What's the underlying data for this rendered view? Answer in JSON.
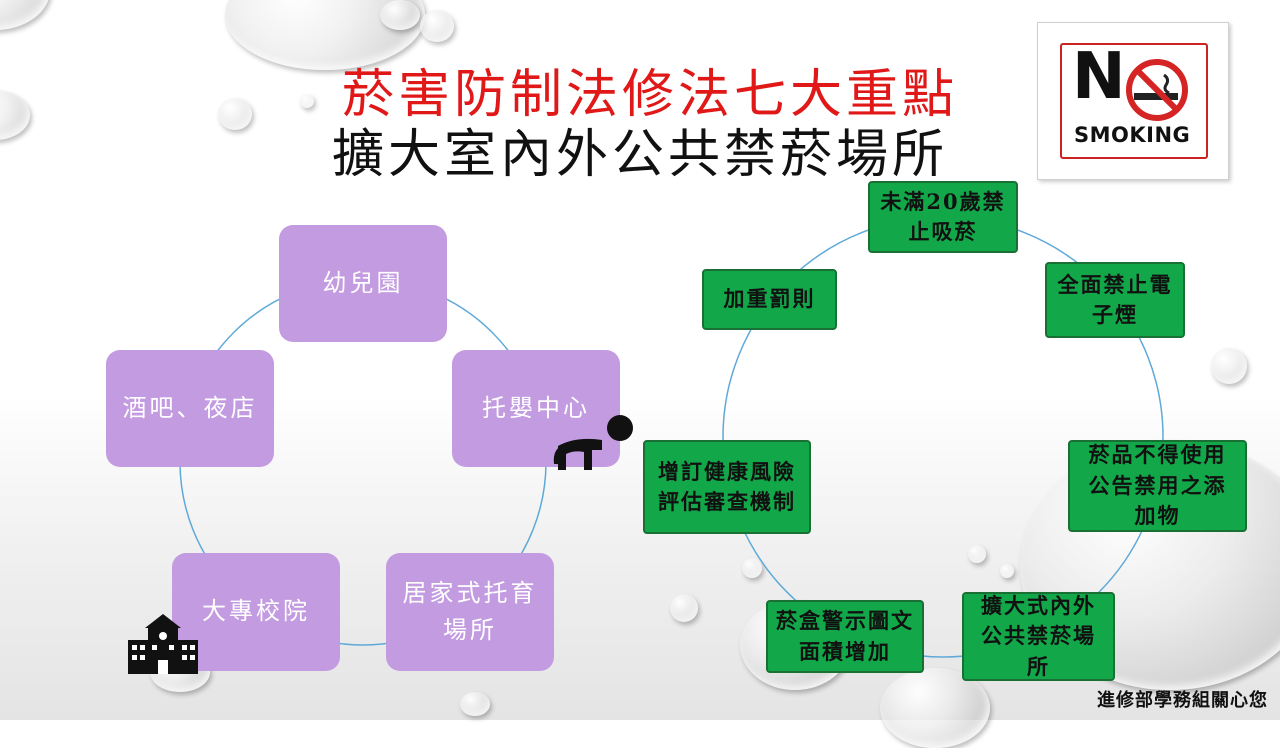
{
  "title": "菸害防制法修法七大重點",
  "subtitle": "擴大室內外公共禁菸場所",
  "sign": {
    "letter": "N",
    "word": "SMOKING",
    "icon": "no-smoking-icon"
  },
  "purple_cycle": [
    "幼兒園",
    "托嬰中心",
    "居家式托育場所",
    "大專校院",
    "酒吧、夜店"
  ],
  "green_cycle": [
    "未滿20歲禁止吸菸",
    "全面禁止電子煙",
    "菸品不得使用公告禁用之添加物",
    "擴大式內外公共禁菸場所",
    "菸盒警示圖文面積增加",
    "增訂健康風險評估審查機制",
    "加重罰則"
  ],
  "icons": {
    "baby": "crawling-baby-icon",
    "school": "school-building-icon"
  },
  "footer": "進修部學務組關心您",
  "colors": {
    "title": "#e01818",
    "purple": "#c39be0",
    "green": "#12a84a",
    "ring": "#5fa9d8"
  }
}
